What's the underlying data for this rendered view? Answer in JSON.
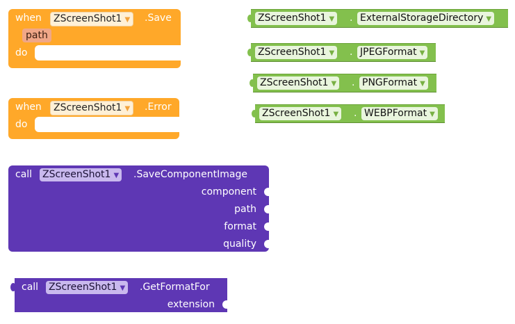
{
  "blocks": {
    "save_event": {
      "when": "when",
      "component": "ZScreenShot1",
      "event": ".Save",
      "param": "path",
      "do": "do"
    },
    "error_event": {
      "when": "when",
      "component": "ZScreenShot1",
      "event": ".Error",
      "do": "do"
    },
    "getters": [
      {
        "component": "ZScreenShot1",
        "dot": ".",
        "property": "ExternalStorageDirectory"
      },
      {
        "component": "ZScreenShot1",
        "dot": ".",
        "property": "JPEGFormat"
      },
      {
        "component": "ZScreenShot1",
        "dot": ".",
        "property": "PNGFormat"
      },
      {
        "component": "ZScreenShot1",
        "dot": ".",
        "property": "WEBPFormat"
      }
    ],
    "save_component_image": {
      "call": "call",
      "component": "ZScreenShot1",
      "method": ".SaveComponentImage",
      "args": [
        "component",
        "path",
        "format",
        "quality"
      ]
    },
    "get_format_for": {
      "call": "call",
      "component": "ZScreenShot1",
      "method": ".GetFormatFor",
      "args": [
        "extension"
      ]
    }
  },
  "colors": {
    "event": "#ffa829",
    "getter": "#83c04d",
    "method": "#5e37b4"
  }
}
